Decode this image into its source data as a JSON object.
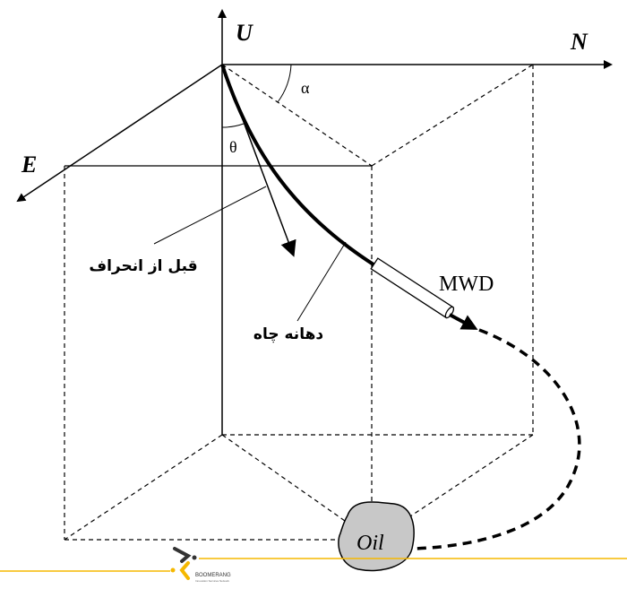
{
  "axes": {
    "up": "U",
    "north": "N",
    "east": "E"
  },
  "angles": {
    "alpha": "α",
    "theta": "θ"
  },
  "labels": {
    "before_deviation": "قبل از انحراف",
    "wellhead": "دهانه چاه",
    "tool": "MWD",
    "target": "Oil"
  },
  "logo": {
    "name": "BOOMERANG",
    "tagline": "Innovation Services Network"
  },
  "colors": {
    "accent": "#f5b800",
    "oil": "#c8c8c8",
    "logo_dark": "#333333"
  }
}
